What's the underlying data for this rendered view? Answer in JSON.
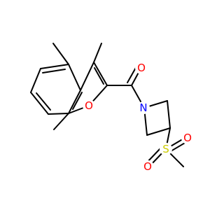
{
  "molecule": {
    "atoms": {
      "carbonyl_oxygen": "O",
      "furan_oxygen": "O",
      "azetidine_nitrogen": "N",
      "sulfur": "S",
      "sulfonyl_oxygen_top": "O",
      "sulfonyl_oxygen_left": "O"
    },
    "colors": {
      "oxygen": "#ff0000",
      "nitrogen": "#0000ff",
      "sulfur": "#cccc00",
      "bond": "#000000",
      "background": "#ffffff"
    }
  }
}
